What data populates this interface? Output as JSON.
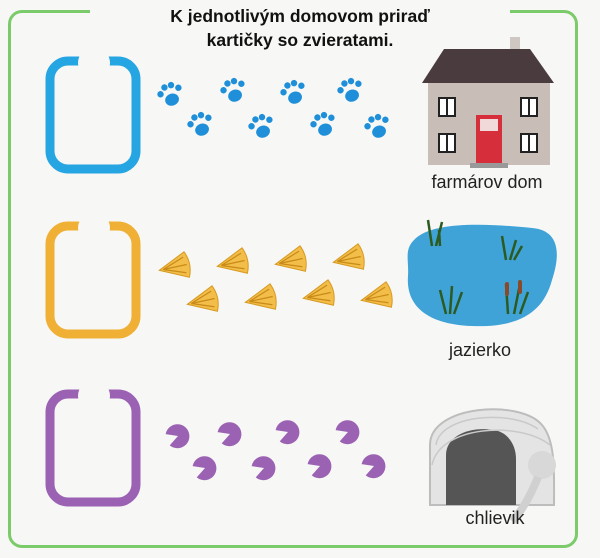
{
  "title": {
    "line1": "K jednotlivým domovom priraď",
    "line2": "kartičky so zvieratami."
  },
  "rows": [
    {
      "color": "#26a5e3",
      "track": "paw-prints",
      "home_label": "farmárov dom",
      "home_icon": "house-icon"
    },
    {
      "color": "#f0b035",
      "track": "duck-footprints",
      "home_label": "jazierko",
      "home_icon": "pond-icon"
    },
    {
      "color": "#9b62b4",
      "track": "pac-man-shapes",
      "home_label": "chlievik",
      "home_icon": "pigsty-icon"
    }
  ],
  "colors": {
    "frame": "#7ccb6a",
    "paw": "#1e8fd8",
    "duck_foot": "#f2bd48",
    "pac": "#9b62b4"
  }
}
